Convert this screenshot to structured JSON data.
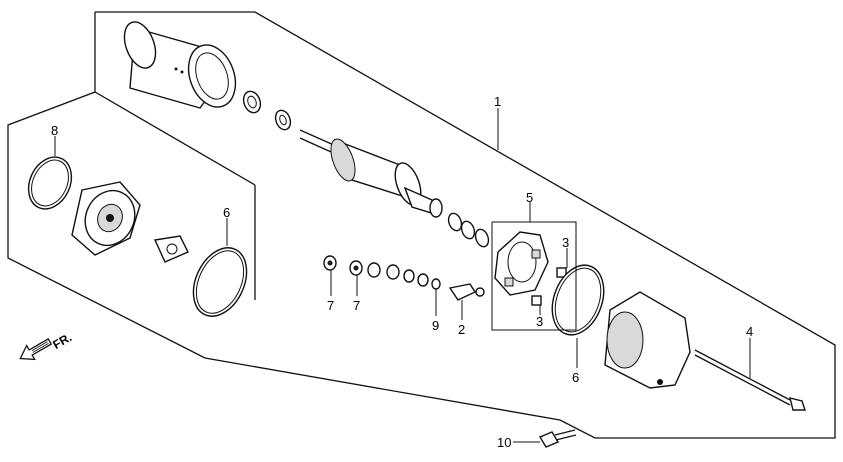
{
  "callouts": [
    {
      "id": "c1",
      "label": "1"
    },
    {
      "id": "c2",
      "label": "2"
    },
    {
      "id": "c3a",
      "label": "3"
    },
    {
      "id": "c3b",
      "label": "3"
    },
    {
      "id": "c4",
      "label": "4"
    },
    {
      "id": "c5",
      "label": "5"
    },
    {
      "id": "c6a",
      "label": "6"
    },
    {
      "id": "c6b",
      "label": "6"
    },
    {
      "id": "c7a",
      "label": "7"
    },
    {
      "id": "c7b",
      "label": "7"
    },
    {
      "id": "c8",
      "label": "8"
    },
    {
      "id": "c9",
      "label": "9"
    },
    {
      "id": "c10",
      "label": "10"
    }
  ],
  "direction_marker": {
    "label": "FR."
  }
}
